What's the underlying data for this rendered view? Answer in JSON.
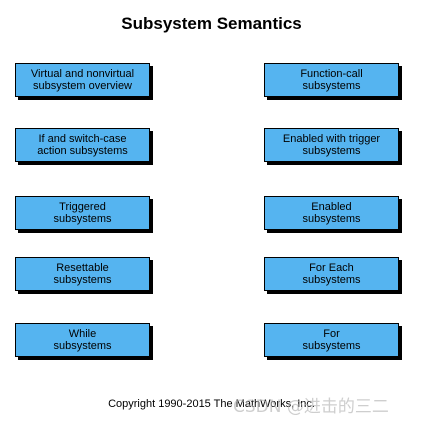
{
  "diagram": {
    "title": "Subsystem Semantics",
    "box_color": "#55b4f0",
    "boxes": [
      {
        "label": "Virtual and nonvirtual\nsubsystem overview"
      },
      {
        "label": "Function-call\nsubsystems"
      },
      {
        "label": "If and  switch-case\naction subsystems"
      },
      {
        "label": "Enabled with trigger\nsubsystems"
      },
      {
        "label": "Triggered\nsubsystems"
      },
      {
        "label": "Enabled\nsubsystems"
      },
      {
        "label": "Resettable\nsubsystems"
      },
      {
        "label": "For Each\nsubsystems"
      },
      {
        "label": "While\nsubsystems"
      },
      {
        "label": "For\nsubsystems"
      }
    ],
    "copyright": "Copyright 1990-2015 The MathWorks, Inc.",
    "watermark": "CSDN @进击的三二"
  }
}
